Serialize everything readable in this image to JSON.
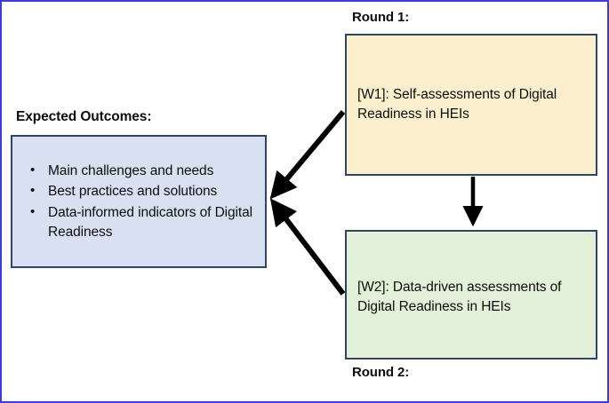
{
  "figure": {
    "border_color": "#3b3bee",
    "background": "#ffffff"
  },
  "labels": {
    "round1": "Round 1:",
    "round2": "Round 2:",
    "expected_outcomes": "Expected Outcomes:"
  },
  "nodes": {
    "round1_box": {
      "text": "[W1]: Self-assessments of Digital Readiness in HEIs",
      "fill": "#fcefcd",
      "border": "#2e4663"
    },
    "round2_box": {
      "text": "[W2]: Data-driven assessments of Digital Readiness in HEIs",
      "fill": "#e2efd9",
      "border": "#2e4663"
    },
    "outcomes_box": {
      "fill": "#d9e0f2",
      "border": "#2e4663",
      "bullets": [
        "Main challenges and needs",
        "Best practices and solutions",
        "Data-informed indicators of Digital Readiness"
      ]
    }
  },
  "connectors": [
    {
      "name": "w1-to-outcomes",
      "from": "round1_box",
      "to": "outcomes_box",
      "style": "solid-arrow",
      "color": "#000000"
    },
    {
      "name": "w2-to-outcomes",
      "from": "round2_box",
      "to": "outcomes_box",
      "style": "solid-arrow",
      "color": "#000000"
    },
    {
      "name": "w1-to-w2",
      "from": "round1_box",
      "to": "round2_box",
      "style": "solid-arrow",
      "color": "#000000"
    }
  ]
}
